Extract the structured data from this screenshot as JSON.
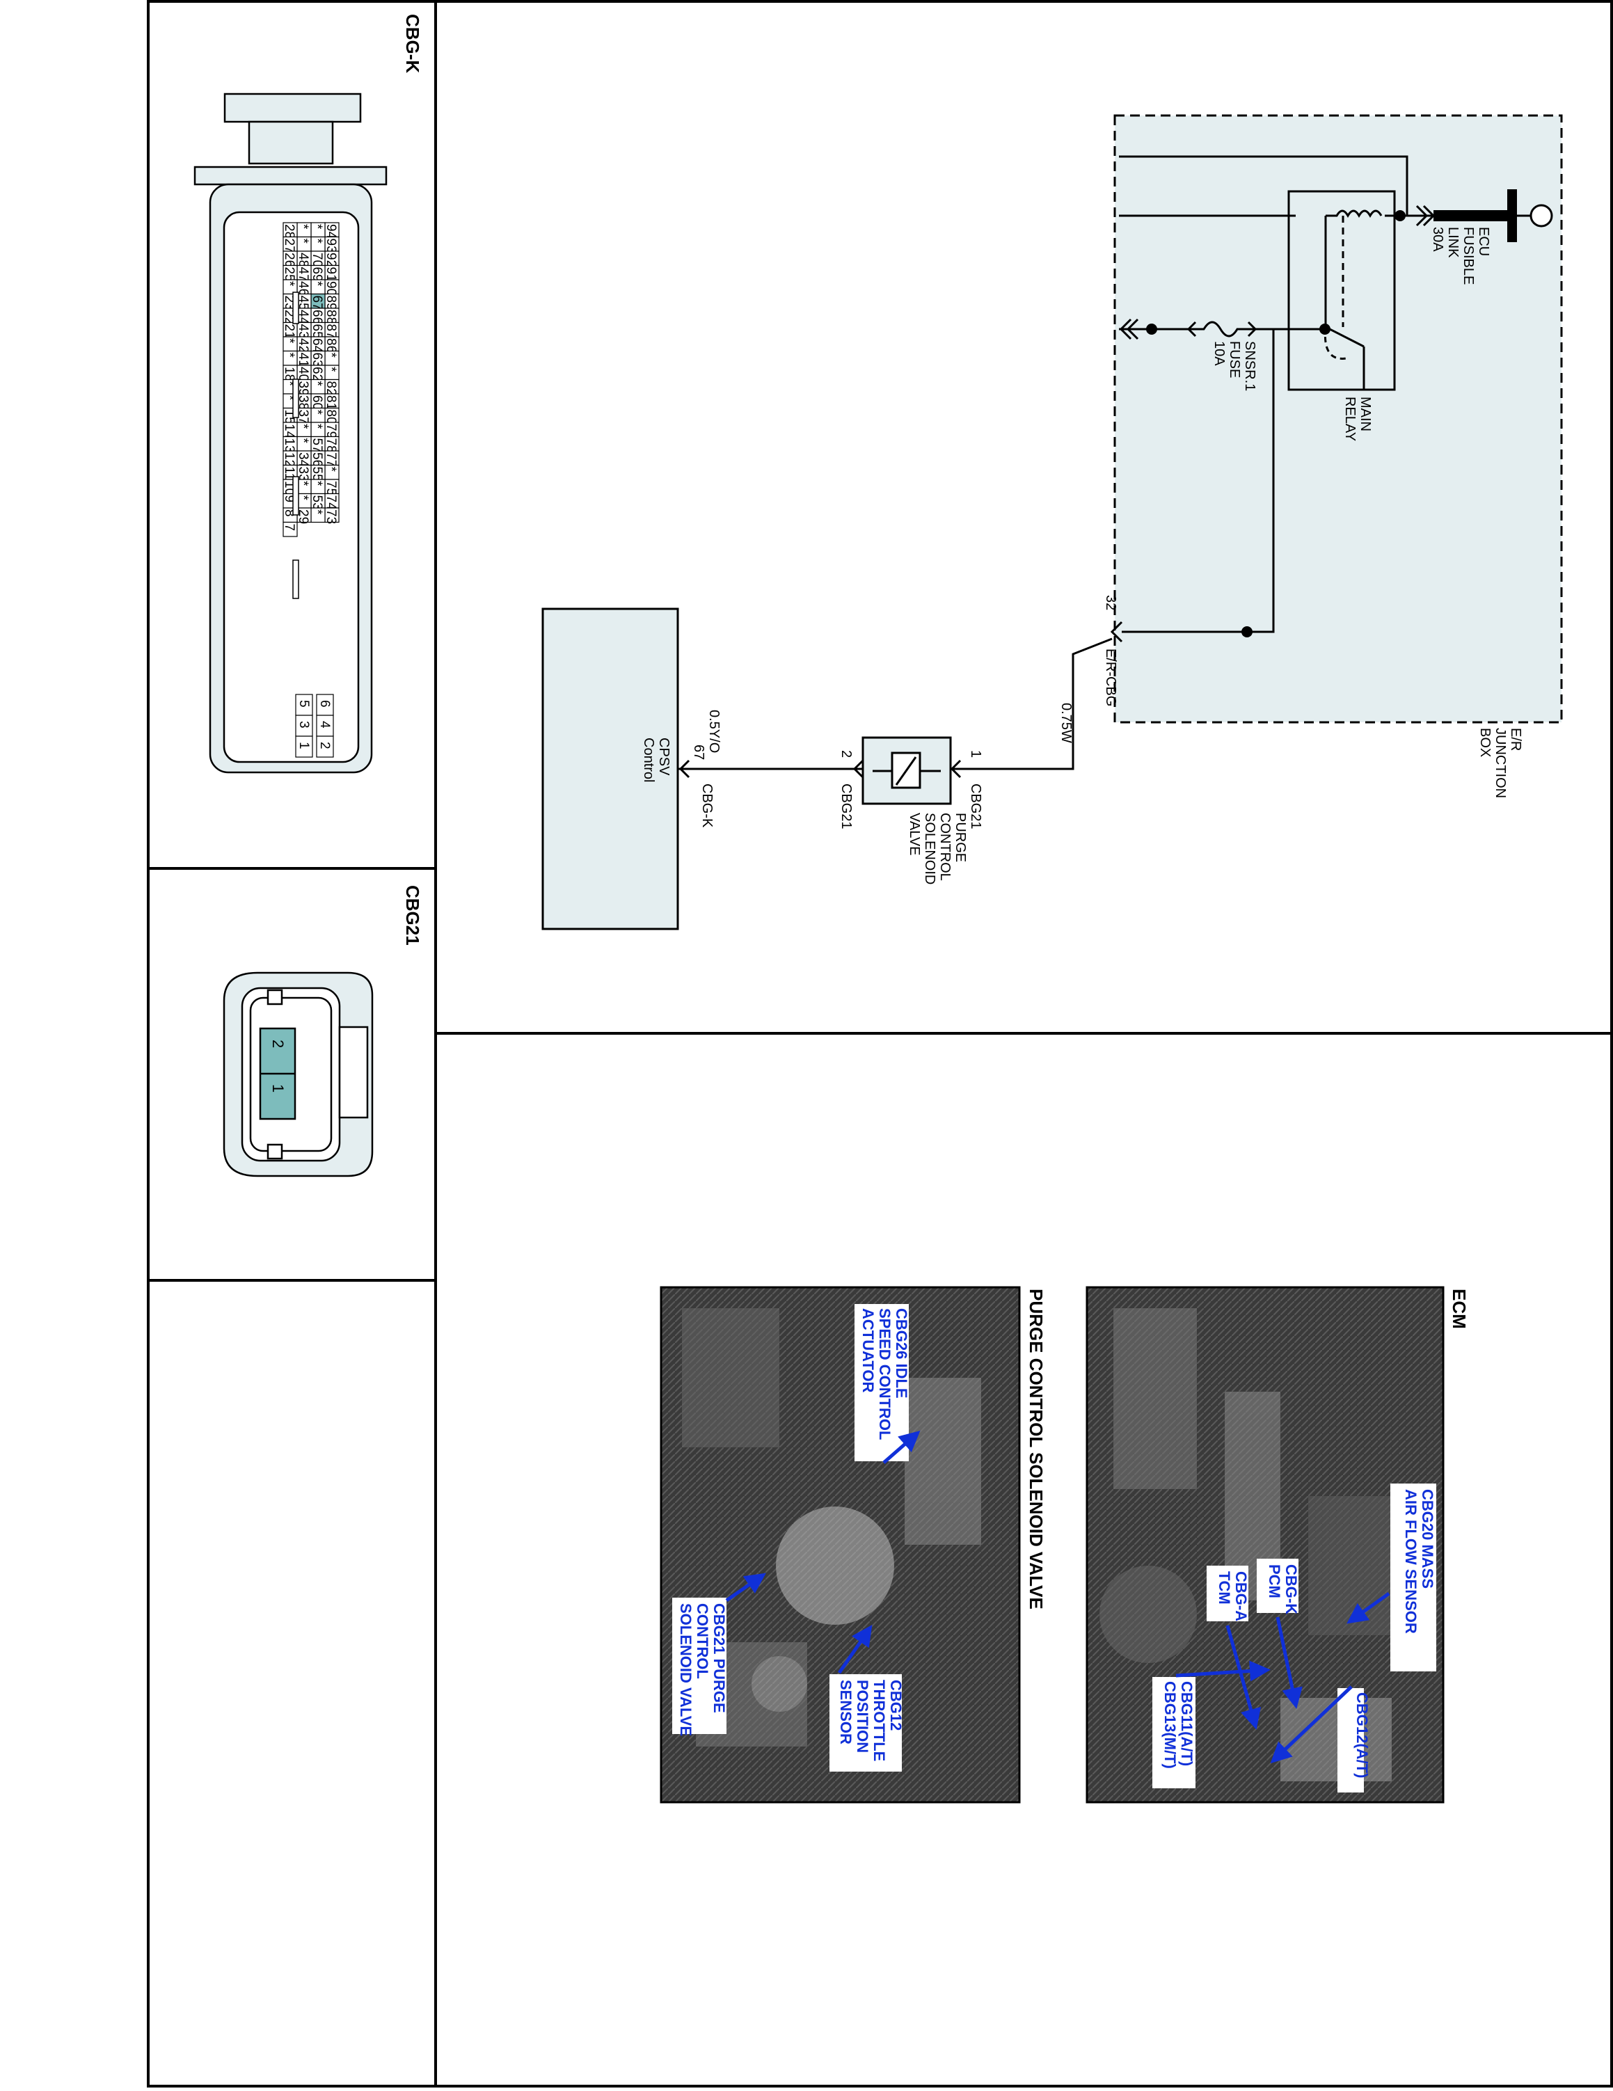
{
  "connectors": {
    "cbg_k": {
      "title": "CBG-K",
      "highlighted_pin": "67",
      "rows": [
        [
          "94",
          "93",
          "92",
          "91",
          "90",
          "89",
          "88",
          "87",
          "86",
          "*",
          "*",
          "82",
          "81",
          "80",
          "79",
          "78",
          "77",
          "*",
          "75",
          "74",
          "73"
        ],
        [
          "*",
          "*",
          "70",
          "69",
          "*",
          "67",
          "66",
          "65",
          "64",
          "63",
          "62",
          "*",
          "60",
          "*",
          "*",
          "57",
          "56",
          "55",
          "*",
          "53",
          "*"
        ],
        [
          "*",
          "*",
          "48",
          "47",
          "46",
          "45",
          "44",
          "43",
          "42",
          "41",
          "40",
          "39",
          "38",
          "37",
          "*",
          "*",
          "34",
          "33",
          "*",
          "*",
          "29"
        ],
        [
          "28",
          "27",
          "26",
          "25",
          "*",
          "23",
          "22",
          "21",
          "*",
          "*",
          "18",
          "*",
          "*",
          "15",
          "14",
          "13",
          "12",
          "11",
          "10",
          "9",
          "8",
          "7"
        ]
      ],
      "small_block": [
        [
          "6",
          "5"
        ],
        [
          "4",
          "3"
        ],
        [
          "2",
          "1"
        ]
      ]
    },
    "cbg21": {
      "title": "CBG21",
      "pins": [
        "2",
        "1"
      ]
    }
  },
  "schematic": {
    "ecu_fusible_link": [
      "ECU",
      "FUSIBLE",
      "LINK",
      "30A"
    ],
    "main_relay": [
      "MAIN",
      "RELAY"
    ],
    "snsr_fuse": [
      "SNSR.1",
      "FUSE",
      "10A"
    ],
    "er_junction_box": [
      "E/R",
      "JUNCTION",
      "BOX"
    ],
    "er_cbg_pin": "32",
    "er_cbg_label": "E/R-CBG",
    "wire_075w": "0.75W",
    "solenoid_pin1": "1",
    "solenoid_conn1": "CBG21",
    "solenoid_pin2": "2",
    "solenoid_conn2": "CBG21",
    "solenoid_label": [
      "PURGE",
      "CONTROL",
      "SOLENOID",
      "VALVE"
    ],
    "wire_05yo": "0.5Y/O",
    "pcm_pin": "67",
    "pcm_conn": "CBG-K",
    "cpsv_control": [
      "CPSV",
      "Control"
    ]
  },
  "photos": {
    "ecm": {
      "title": "ECM",
      "labels": {
        "cbg20": [
          "CBG20 MASS",
          "AIR FLOW SENSOR"
        ],
        "cbgk": [
          "CBG-K",
          "PCM"
        ],
        "cbga": [
          "CBG-A",
          "TCM"
        ],
        "cbg12": [
          "CBG12(A/T)"
        ],
        "cbg11": [
          "CBG11(A/T)",
          "CBG13(M/T)"
        ]
      }
    },
    "purge": {
      "title": "PURGE CONTROL SOLENOID VALVE",
      "labels": {
        "cbg26": [
          "CBG26 IDLE",
          "SPEED CONTROL",
          "ACTUATOR"
        ],
        "cbg12": [
          "CBG12",
          "THROTTLE",
          "POSITION",
          "SENSOR"
        ],
        "cbg21": [
          "CBG21 PURGE",
          "CONTROL",
          "SOLENOID VALVE"
        ]
      }
    }
  },
  "colors": {
    "line": "#000000",
    "fill_light": "#e4eef0",
    "highlight_pin": "#7dbcbc",
    "photo_label": "#1030d8",
    "photo_dark": "#2a2a2a"
  }
}
